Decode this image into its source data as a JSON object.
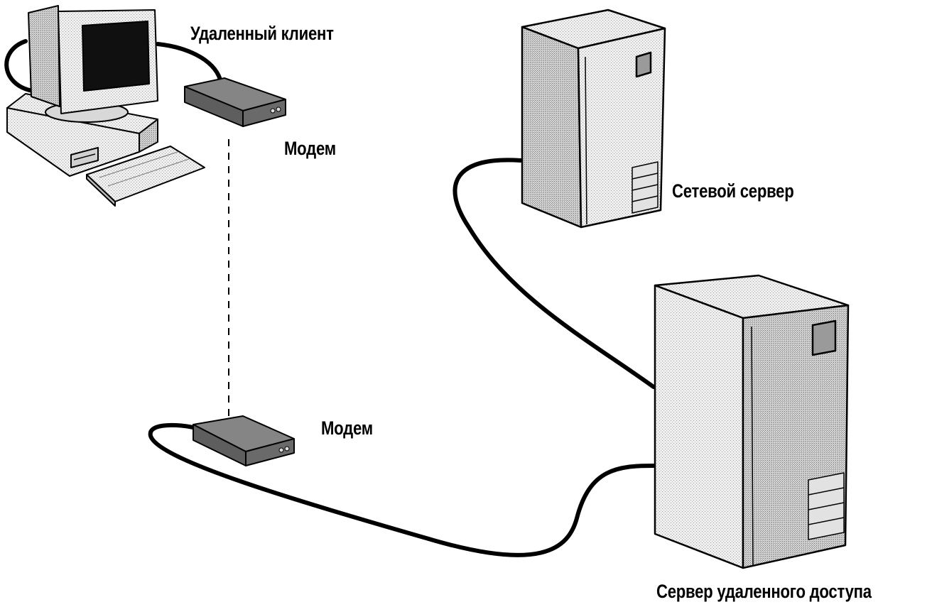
{
  "labels": {
    "remote_client": "Удаленный клиент",
    "modem_top": "Модем",
    "modem_bottom": "Модем",
    "network_server": "Сетевой сервер",
    "remote_access_server": "Сервер удаленного доступа"
  },
  "connections": [
    {
      "from": "remote-client",
      "to": "modem-top",
      "style": "cable"
    },
    {
      "from": "modem-top",
      "to": "modem-bottom",
      "style": "dashed"
    },
    {
      "from": "modem-bottom",
      "to": "remote-access-server",
      "style": "cable"
    },
    {
      "from": "network-server",
      "to": "remote-access-server",
      "style": "cable"
    }
  ],
  "colors": {
    "face_light": "#ececec",
    "face_mid": "#d6d6d6",
    "face_dark": "#9a9a9a",
    "modem_top": "#858585",
    "modem_side": "#5e5e5e",
    "screen": "#101010",
    "line": "#000000"
  }
}
